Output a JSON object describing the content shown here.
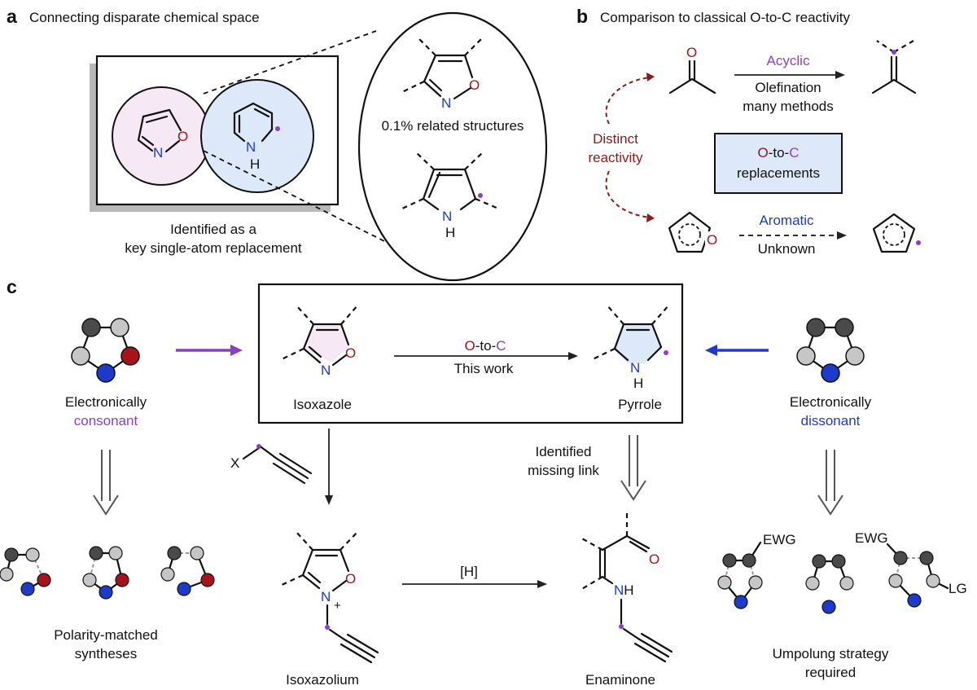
{
  "colors": {
    "oxygen": "#a6131a",
    "nitrogen": "#1d3bc8",
    "purple": "#8b3fc7",
    "blue": "#1d3bc8",
    "red_text": "#8b1a1a",
    "pink_fill": "#f6e8f4",
    "blue_fill": "#dde9f8",
    "dark_atom": "#4a4a4a",
    "light_atom": "#c6c6c6"
  },
  "panel_a": {
    "letter": "a",
    "title": "Connecting disparate chemical space",
    "caption_line1": "Identified as a",
    "caption_line2": "key single-atom replacement",
    "related_label": "0.1% related structures",
    "atoms": {
      "o": "O",
      "n": "N",
      "h": "H"
    }
  },
  "panel_b": {
    "letter": "b",
    "title": "Comparison to classical O-to-C reactivity",
    "distinct_line1": "Distinct",
    "distinct_line2": "reactivity",
    "acyclic": "Acyclic",
    "olefination_line1": "Olefination",
    "olefination_line2": "many methods",
    "box_o": "O",
    "box_to": "-to-",
    "box_c": "C",
    "box_line2": "replacements",
    "aromatic": "Aromatic",
    "unknown": "Unknown",
    "atoms": {
      "o": "O"
    }
  },
  "panel_c": {
    "letter": "c",
    "left_line1": "Electronically",
    "left_line2": "consonant",
    "right_line1": "Electronically",
    "right_line2": "dissonant",
    "isoxazole": "Isoxazole",
    "pyrrole": "Pyrrole",
    "o_part": "O",
    "to_part": "-to-",
    "c_part": "C",
    "this_work": "This work",
    "identified_line1": "Identified",
    "identified_line2": "missing link",
    "x_label": "X",
    "h_reagent": "[H]",
    "plus": "+",
    "isoxazolium": "Isoxazolium",
    "enaminone": "Enaminone",
    "polarity_line1": "Polarity-matched",
    "polarity_line2": "syntheses",
    "umpolung_line1": "Umpolung strategy",
    "umpolung_line2": "required",
    "ewg": "EWG",
    "lg": "LG",
    "nh": "NH",
    "atoms": {
      "o": "O",
      "n": "N",
      "h": "H"
    }
  }
}
